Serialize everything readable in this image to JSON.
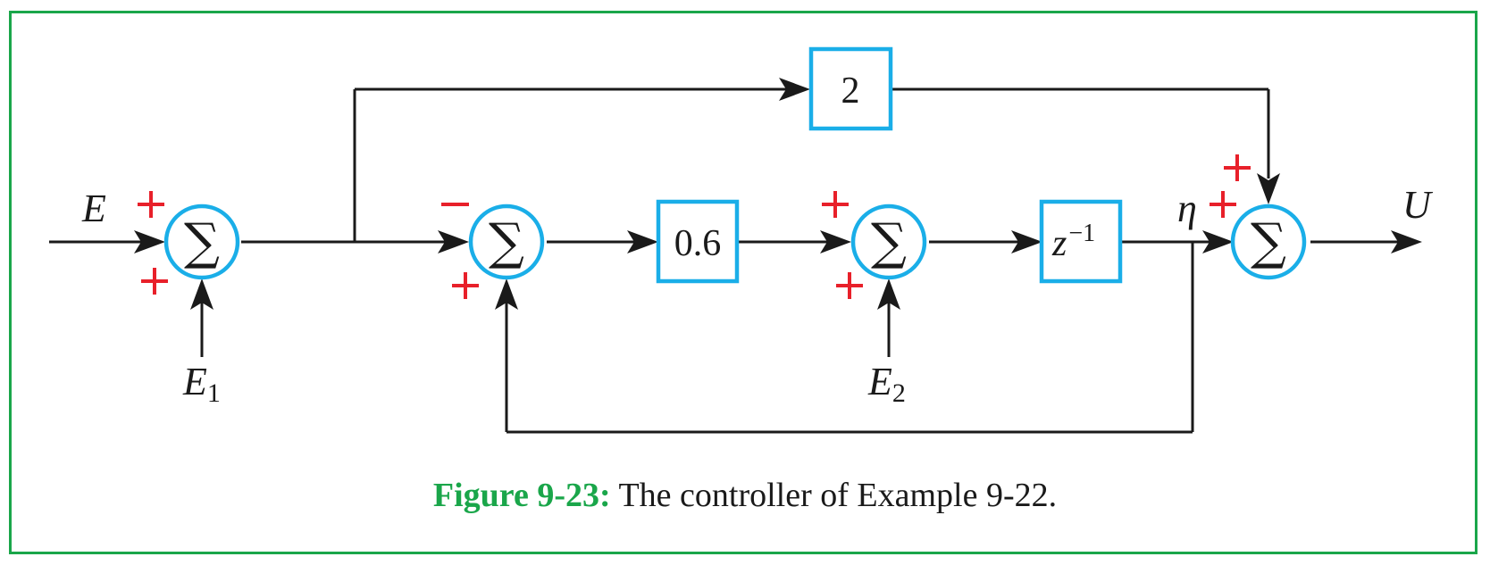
{
  "diagram": {
    "blocks": {
      "feedforward_gain": "2",
      "loop_gain": "0.6",
      "delay_base": "z",
      "delay_exponent": "−1"
    },
    "summing_junction_symbol": "∑",
    "signals": {
      "input": "E",
      "disturbance1_base": "E",
      "disturbance1_sub": "1",
      "disturbance2_base": "E",
      "disturbance2_sub": "2",
      "eta": "η",
      "output": "U"
    }
  },
  "caption": {
    "label": "Figure 9-23:",
    "text": " The controller of Example 9-22."
  },
  "colors": {
    "frame": "#1aa64a",
    "block_border": "#1aaee8",
    "sign": "#e8202a",
    "line": "#1a1a1a"
  }
}
